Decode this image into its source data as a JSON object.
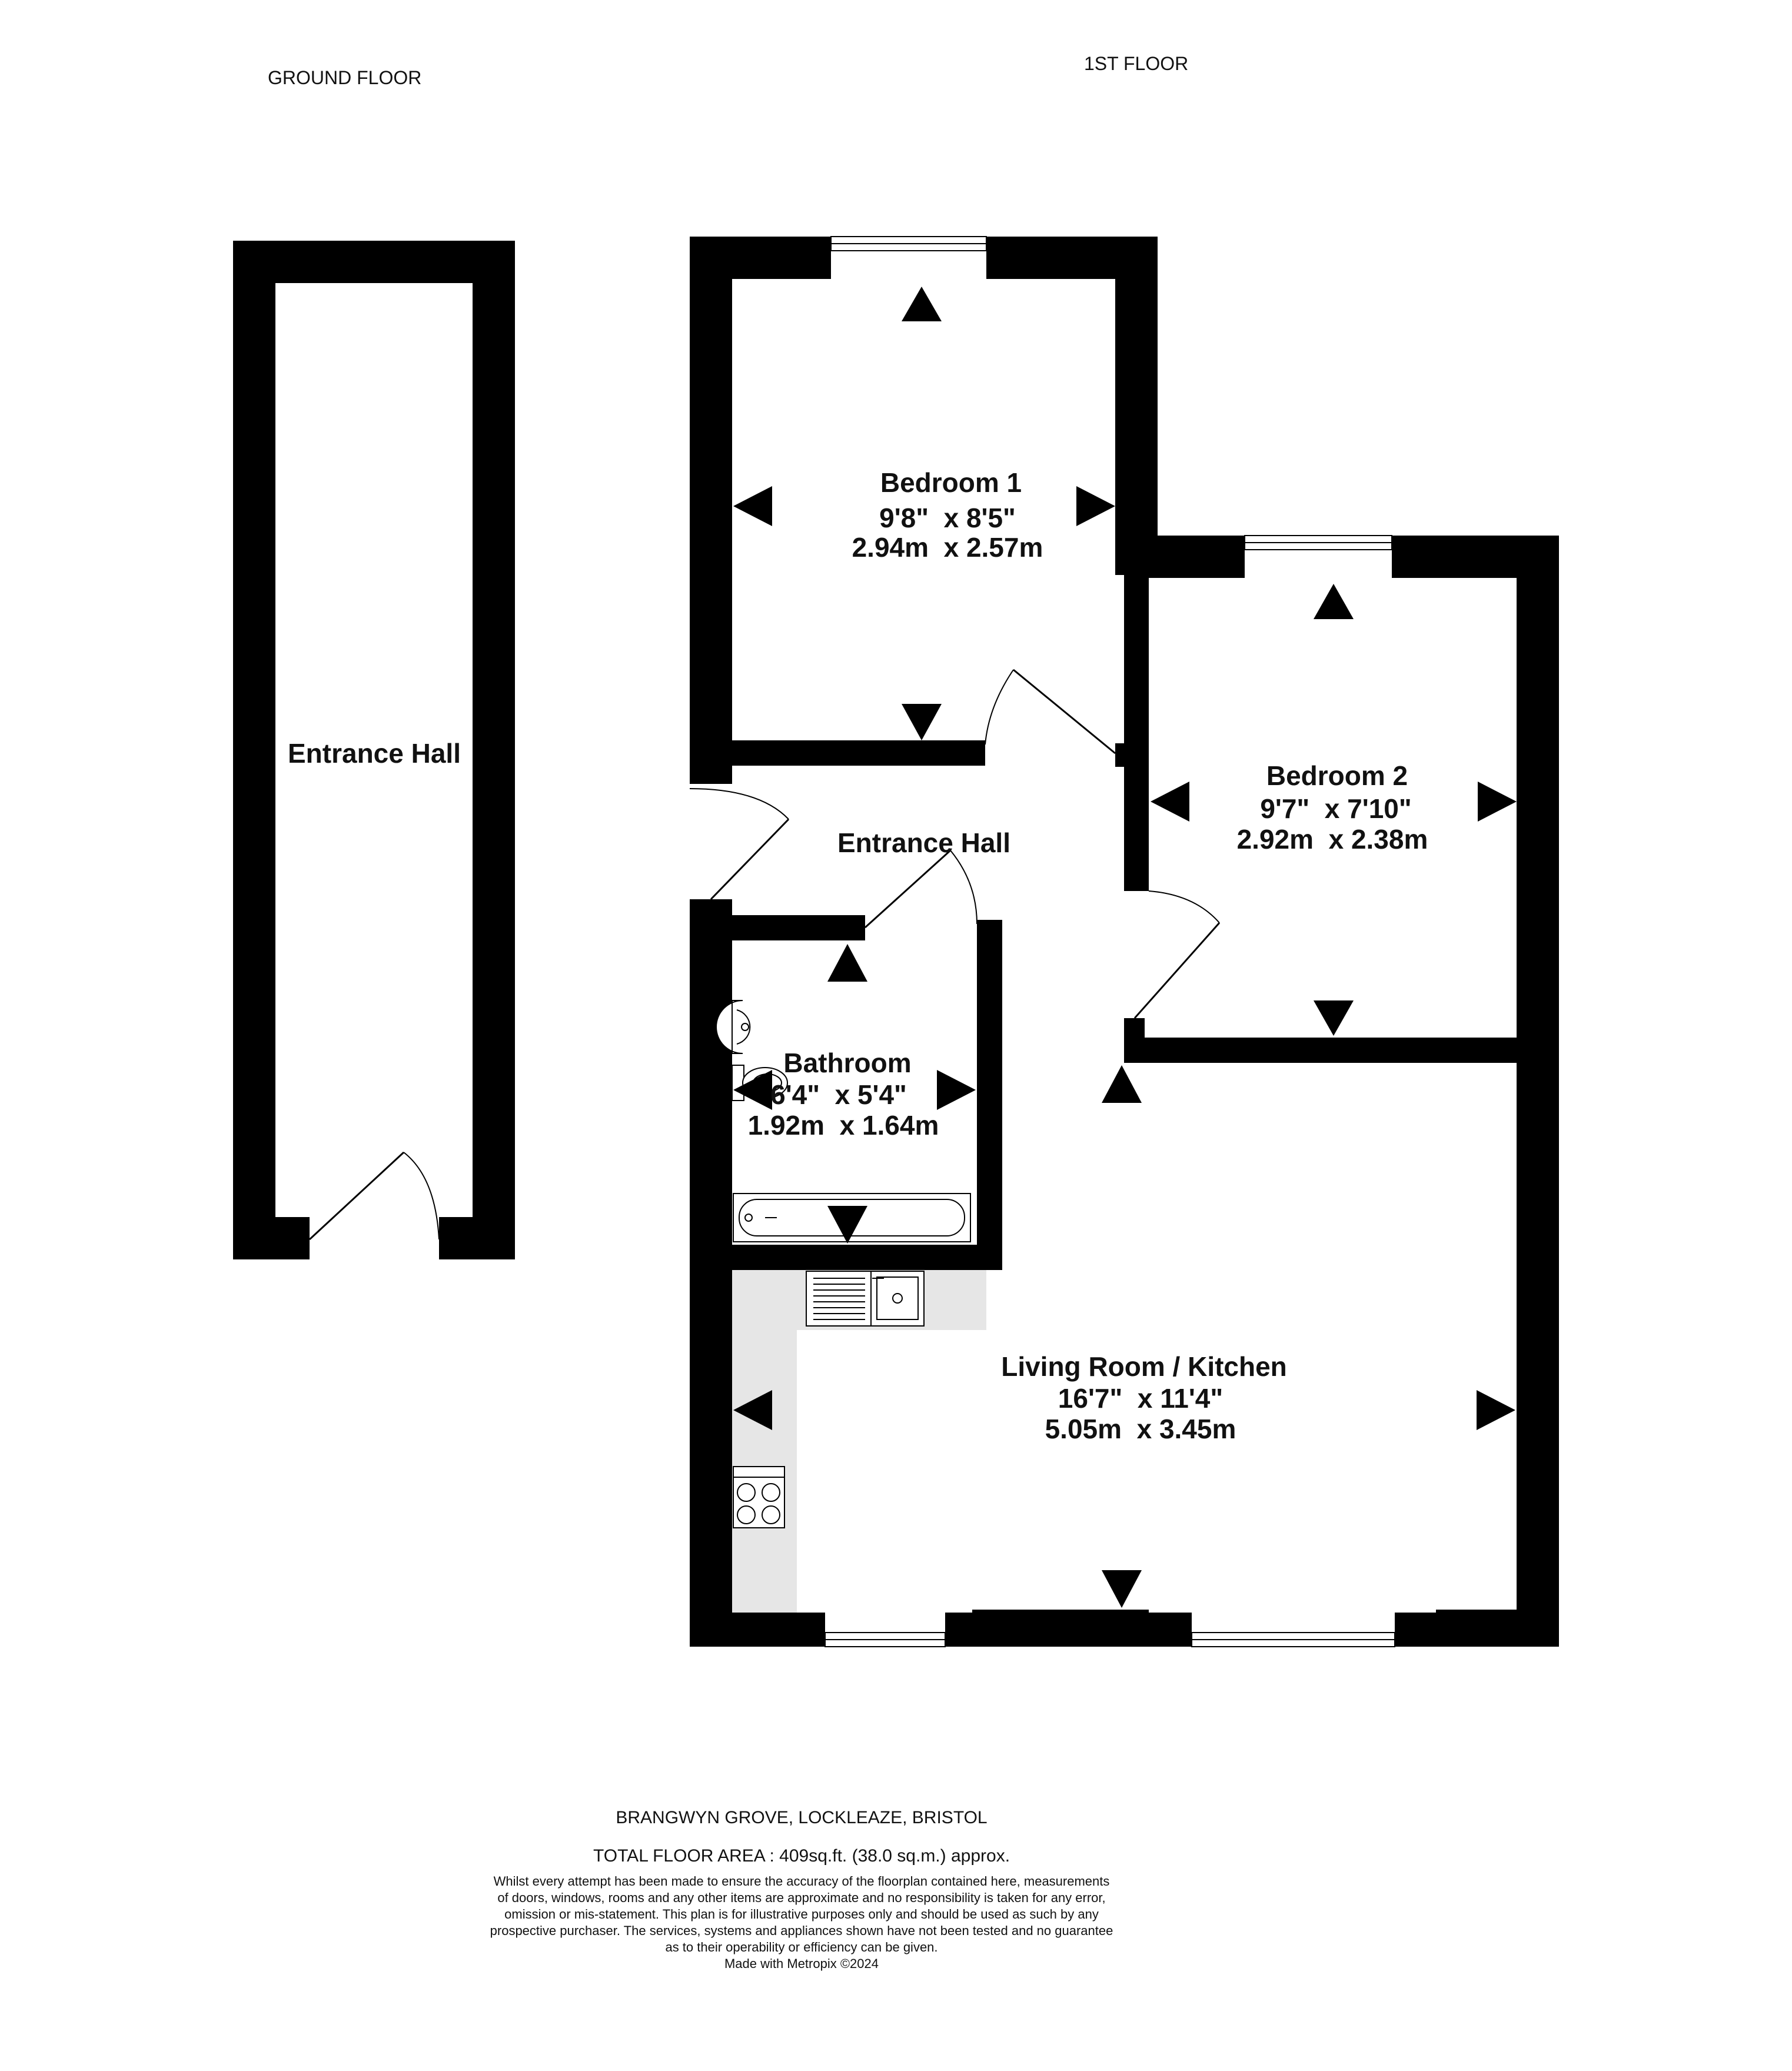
{
  "floors": {
    "ground": {
      "label": "GROUND FLOOR"
    },
    "first": {
      "label": "1ST FLOOR"
    }
  },
  "rooms": {
    "ground_hall": {
      "name": "Entrance Hall"
    },
    "bedroom1": {
      "name": "Bedroom 1",
      "imperial": "9'8\"  x 8'5\"",
      "metric": "2.94m  x 2.57m"
    },
    "bedroom2": {
      "name": "Bedroom 2",
      "imperial": "9'7\"  x 7'10\"",
      "metric": "2.92m  x 2.38m"
    },
    "first_hall": {
      "name": "Entrance Hall"
    },
    "bathroom": {
      "name": "Bathroom",
      "imperial": "6'4\"  x 5'4\"",
      "metric": "1.92m  x 1.64m"
    },
    "living": {
      "name": "Living Room / Kitchen",
      "imperial": "16'7\"  x 11'4\"",
      "metric": "5.05m  x 3.45m"
    }
  },
  "footer": {
    "address": "BRANGWYN GROVE, LOCKLEAZE, BRISTOL",
    "total_area": "TOTAL FLOOR AREA : 409sq.ft. (38.0 sq.m.) approx.",
    "disclaimer": [
      "Whilst every attempt has been made to ensure the accuracy of the floorplan contained here, measurements",
      "of doors, windows, rooms and any other items are approximate and no responsibility is taken for any error,",
      "omission or mis-statement. This plan is for illustrative purposes only and should be used as such by any",
      "prospective purchaser. The services, systems and appliances shown have not been tested and no guarantee",
      "as to their operability or efficiency can be given."
    ],
    "credit": "Made with Metropix ©2024"
  },
  "colors": {
    "wall": "#000000",
    "kitchen_counter": "#e6e6e6",
    "background": "#ffffff"
  },
  "icons": [
    "window-icon",
    "door-swing-icon",
    "dimension-arrow-icon",
    "basin-icon",
    "toilet-icon",
    "bath-icon",
    "sink-icon",
    "hob-icon"
  ]
}
